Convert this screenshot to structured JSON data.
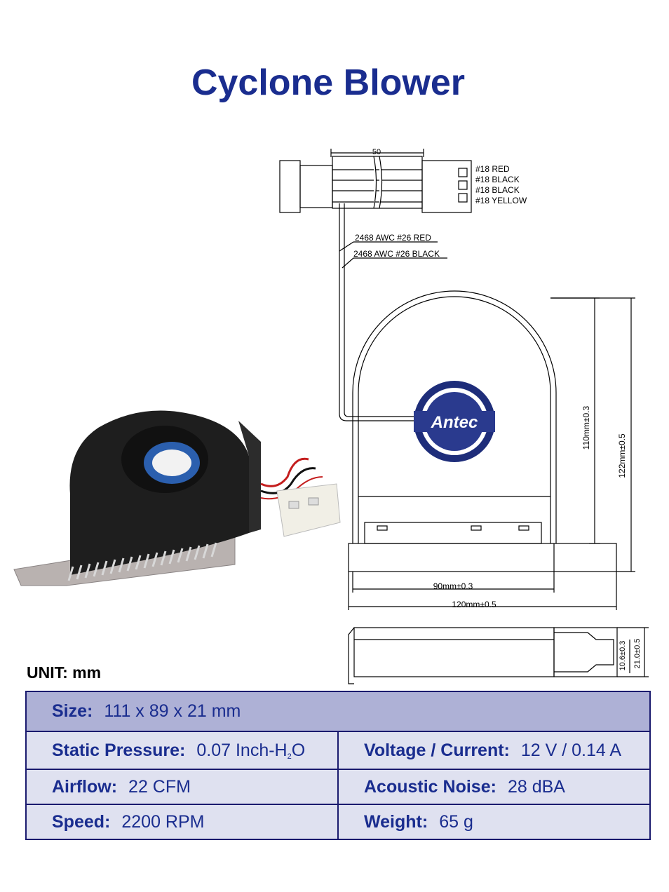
{
  "title": "Cyclone Blower",
  "unit_label": "UNIT: mm",
  "drawing": {
    "dim_connector": "50",
    "wires": [
      "#18 RED",
      "#18 BLACK",
      "#18 BLACK",
      "#18 YELLOW"
    ],
    "cable_red": "2468 AWC #26 RED",
    "cable_black": "2468 AWC #26 BLACK",
    "logo_text": "Antec",
    "dim_height_inner": "110mm±0.3",
    "dim_height_outer": "122mm±0.5",
    "dim_width_inner": "90mm±0.3",
    "dim_width_outer": "120mm±0.5",
    "dim_thick_inner": "10.6±0.3",
    "dim_thick_outer": "21.0±0.5"
  },
  "specs": {
    "size": {
      "label": "Size:",
      "value": "111 x 89 x 21 mm"
    },
    "static_pressure": {
      "label": "Static Pressure:",
      "value_prefix": "0.07 Inch-H",
      "value_sub": "2",
      "value_suffix": "O"
    },
    "voltage": {
      "label": "Voltage / Current:",
      "value": "12 V / 0.14 A"
    },
    "airflow": {
      "label": "Airflow:",
      "value": "22 CFM"
    },
    "noise": {
      "label": "Acoustic Noise:",
      "value": "28 dBA"
    },
    "speed": {
      "label": "Speed:",
      "value": "2200 RPM"
    },
    "weight": {
      "label": "Weight:",
      "value": "65 g"
    }
  }
}
